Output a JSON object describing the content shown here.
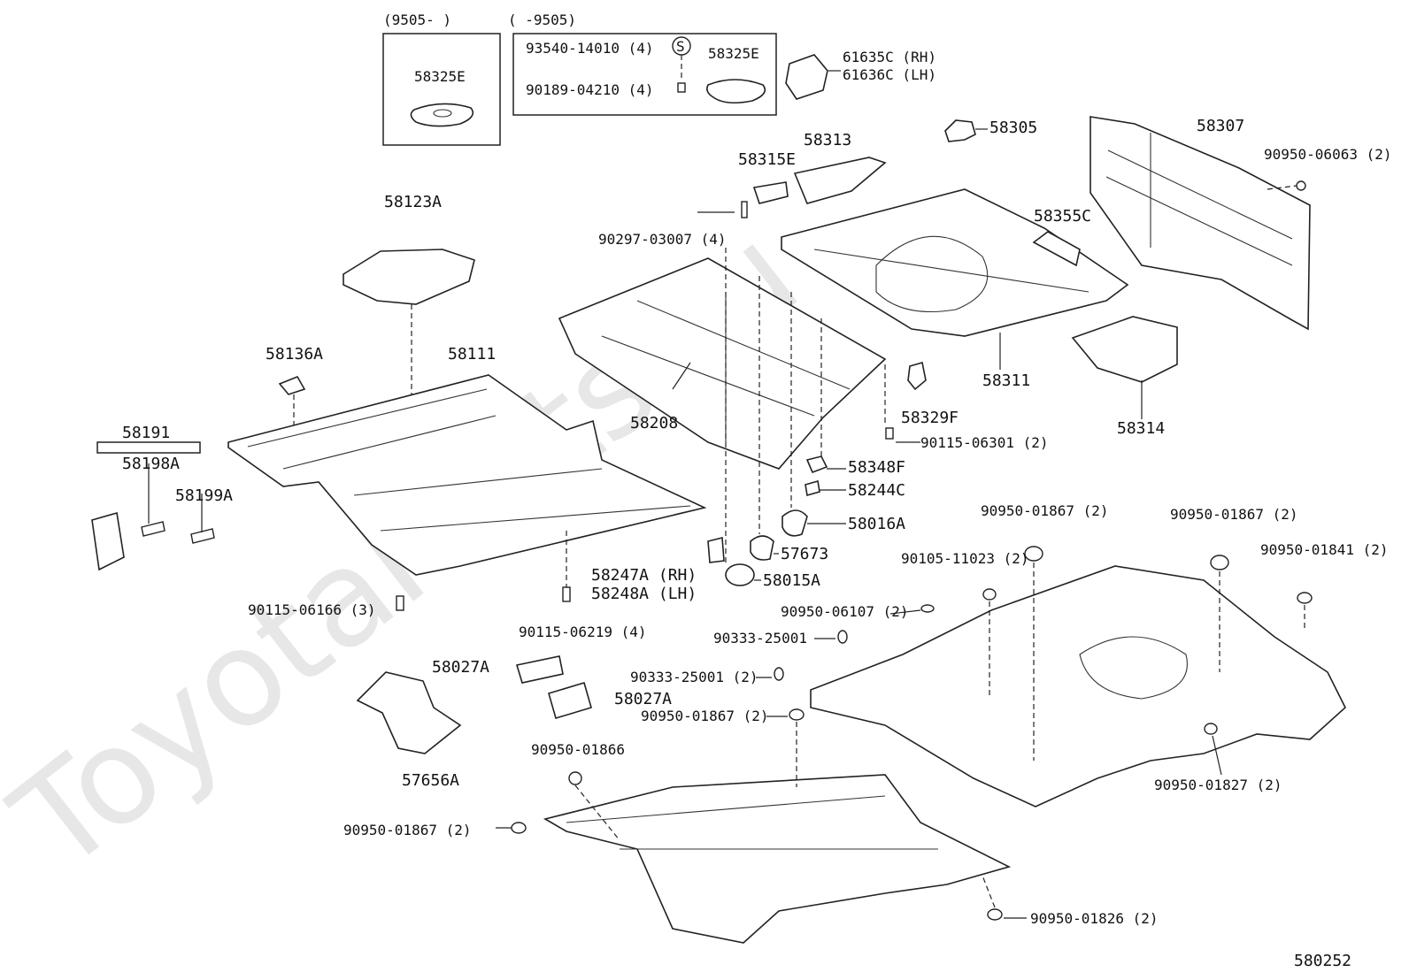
{
  "watermark": "ToyotaParts.ru",
  "diagram_code": "580252",
  "date_ranges": {
    "from": "(9505-          )",
    "to": "(          -9505)"
  },
  "labels": {
    "p58325E_old": "58325E",
    "p58325E_new": "58325E",
    "p93540": "93540-14010 (4)",
    "p90189": "90189-04210 (4)",
    "s_symbol": "S",
    "p61635C": "61635C (RH)",
    "p61636C": "61636C (LH)",
    "p58305": "58305",
    "p58307": "58307",
    "p90950_06063": "90950-06063 (2)",
    "p58313": "58313",
    "p58315E": "58315E",
    "p58355C": "58355C",
    "p90297": "90297-03007 (4)",
    "p58123A": "58123A",
    "p58311": "58311",
    "p58314": "58314",
    "p58136A": "58136A",
    "p58111": "58111",
    "p58208": "58208",
    "p58329F": "58329F",
    "p90115_06301": "90115-06301 (2)",
    "p58191": "58191",
    "p58198A": "58198A",
    "p58199A": "58199A",
    "p58348F": "58348F",
    "p58244C": "58244C",
    "p58016A": "58016A",
    "p57673": "57673",
    "p58247A": "58247A (RH)",
    "p58248A": "58248A (LH)",
    "p58015A": "58015A",
    "p90950_01867_a": "90950-01867 (2)",
    "p90950_01867_b": "90950-01867 (2)",
    "p90950_01841": "90950-01841 (2)",
    "p90105": "90105-11023 (2)",
    "p90950_06107": "90950-06107 (2)",
    "p90115_06166": "90115-06166 (3)",
    "p90115_06219": "90115-06219 (4)",
    "p90333_a": "90333-25001",
    "p90333_b": "90333-25001 (2)",
    "p58027A_a": "58027A",
    "p58027A_b": "58027A",
    "p90950_01867_c": "90950-01867 (2)",
    "p57656A": "57656A",
    "p90950_01866": "90950-01866",
    "p90950_01827": "90950-01827 (2)",
    "p90950_01867_d": "90950-01867 (2)",
    "p90950_01826": "90950-01826 (2)"
  }
}
